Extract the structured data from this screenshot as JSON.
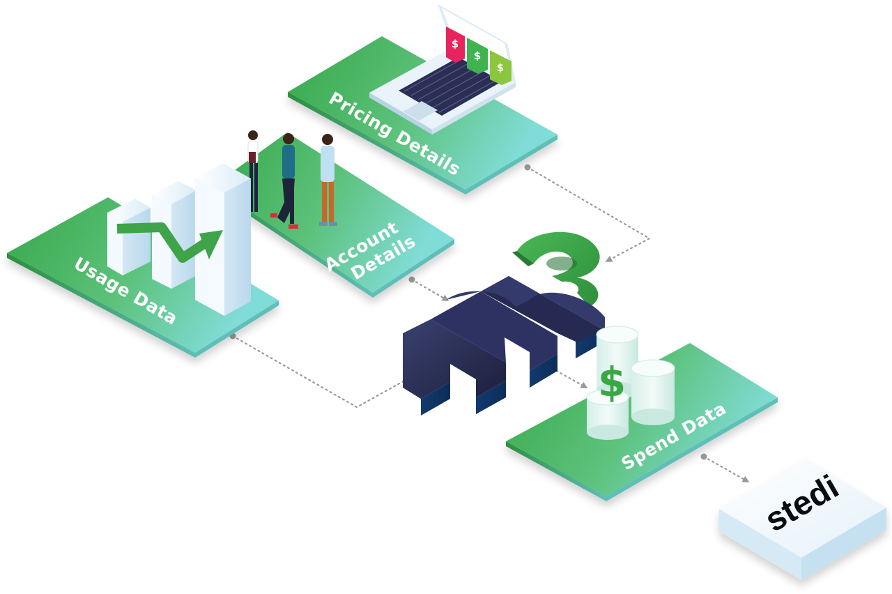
{
  "diagram": {
    "nodes": {
      "pricing": {
        "label": "Pricing Details"
      },
      "account": {
        "label_line1": "Account",
        "label_line2": "Details"
      },
      "usage": {
        "label": "Usage Data"
      },
      "spend": {
        "label": "Spend Data"
      },
      "stedi": {
        "label": "stedi"
      }
    },
    "price_tags": [
      "$",
      "$",
      "$"
    ],
    "coin_symbol": "$",
    "colors": {
      "tile_green": "#36a84a",
      "tile_teal": "#7fd9d3",
      "m3_navy": "#23264a",
      "m3_green": "#3aa745",
      "tag_red": "#e8245e",
      "tag_green": "#3fb34f",
      "tag_lime": "#8cc63f",
      "connector": "#9a9a9a"
    },
    "edges": [
      {
        "from": "pricing",
        "to": "m3"
      },
      {
        "from": "account",
        "to": "m3"
      },
      {
        "from": "usage",
        "to": "m3"
      },
      {
        "from": "m3",
        "to": "spend"
      },
      {
        "from": "spend",
        "to": "stedi"
      }
    ]
  }
}
